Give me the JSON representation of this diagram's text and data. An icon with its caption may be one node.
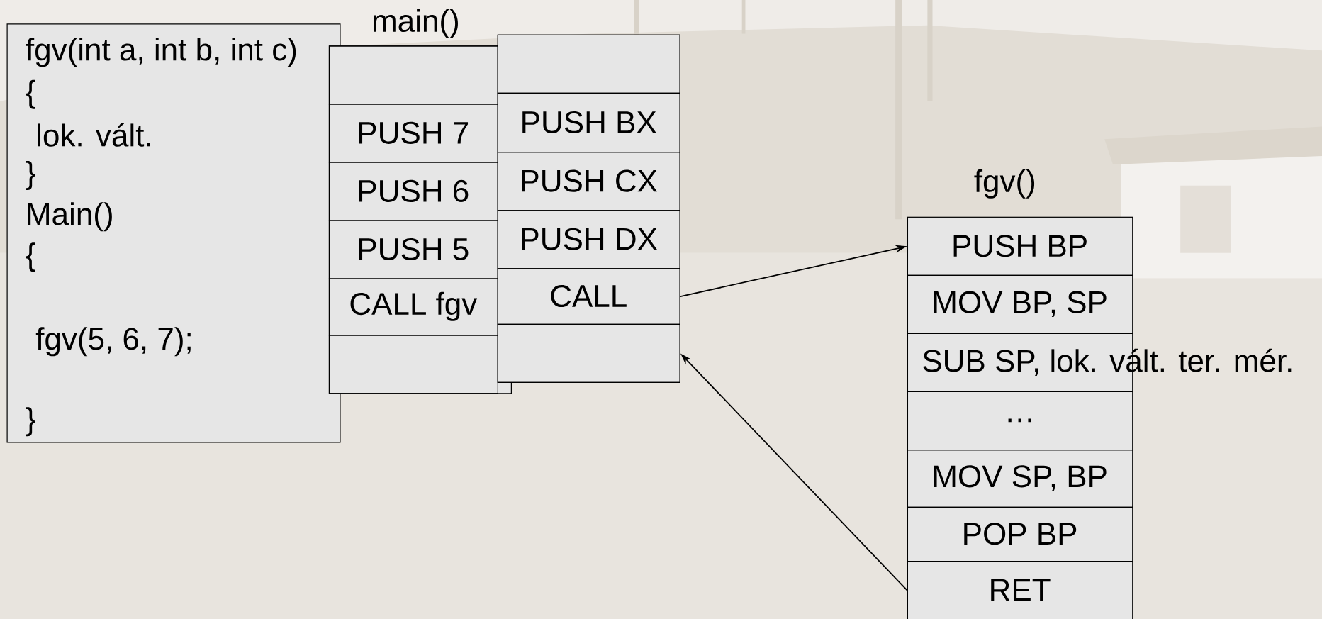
{
  "diagram": {
    "nodes": [
      {
        "text": [
          "fgv(int a, int b, int c)",
          "{",
          "lok. vált.",
          "}",
          "Main()",
          "{",
          "fgv(5, 6, 7);",
          "}"
        ]
      },
      {
        "text": [
          "main()"
        ]
      },
      {
        "text": [],
        "shape": "box",
        "in": 1
      },
      {
        "text": [
          "PUSH 7"
        ],
        "in": 1
      },
      {
        "text": [
          "PUSH 6"
        ],
        "in": 1
      },
      {
        "text": [
          "PUSH 5"
        ],
        "in": 1
      },
      {
        "text": [
          "CALL fgv"
        ],
        "in": 1
      },
      {
        "text": [],
        "shape": "box",
        "in": 1
      },
      {
        "text": [],
        "shape": "box"
      },
      {
        "text": [],
        "shape": "box",
        "in": 8
      },
      {
        "text": [
          "PUSH BX"
        ],
        "in": 8
      },
      {
        "text": [
          "PUSH CX"
        ],
        "in": 8
      },
      {
        "text": [
          "PUSH DX"
        ],
        "in": 8
      },
      {
        "text": [
          "CALL"
        ],
        "in": 8
      },
      {
        "text": [],
        "shape": "box",
        "in": 8
      },
      {
        "text": [
          "fgv()"
        ]
      },
      {
        "text": [
          "PUSH BP"
        ],
        "in": 15
      },
      {
        "text": [
          "MOV BP, SP"
        ],
        "in": 15
      },
      {
        "text": [
          "SUB SP, lok. vált. ter. mér."
        ],
        "in": 15
      },
      {
        "text": [
          "…"
        ],
        "in": 15
      },
      {
        "text": [
          "MOV SP, BP"
        ],
        "in": 15
      },
      {
        "text": [
          "POP BP"
        ],
        "in": 15
      },
      {
        "text": [
          "RET"
        ],
        "in": 15
      }
    ],
    "edges": [
      {
        "from": 13,
        "to": 16,
        "arrow": "to"
      },
      {
        "from": 22,
        "to": 14,
        "arrow": "to"
      }
    ]
  }
}
